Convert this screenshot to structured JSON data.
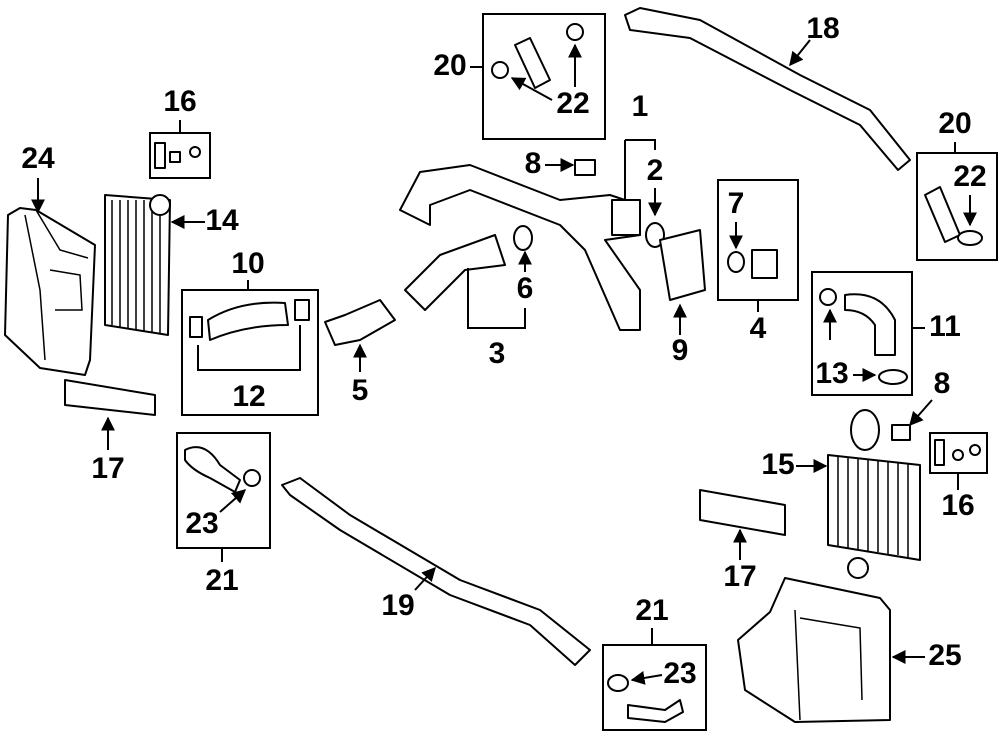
{
  "diagram": {
    "title": "Intercooler / Charge Air Components",
    "callouts": {
      "c1": "1",
      "c2": "2",
      "c3": "3",
      "c4": "4",
      "c5": "5",
      "c6": "6",
      "c7": "7",
      "c8a": "8",
      "c8b": "8",
      "c9": "9",
      "c10": "10",
      "c11": "11",
      "c12": "12",
      "c13": "13",
      "c14": "14",
      "c15": "15",
      "c16a": "16",
      "c16b": "16",
      "c17a": "17",
      "c17b": "17",
      "c18": "18",
      "c19": "19",
      "c20a": "20",
      "c20b": "20",
      "c21a": "21",
      "c21b": "21",
      "c22a": "22",
      "c22b": "22",
      "c23a": "23",
      "c23b": "23",
      "c24": "24",
      "c25": "25"
    }
  }
}
